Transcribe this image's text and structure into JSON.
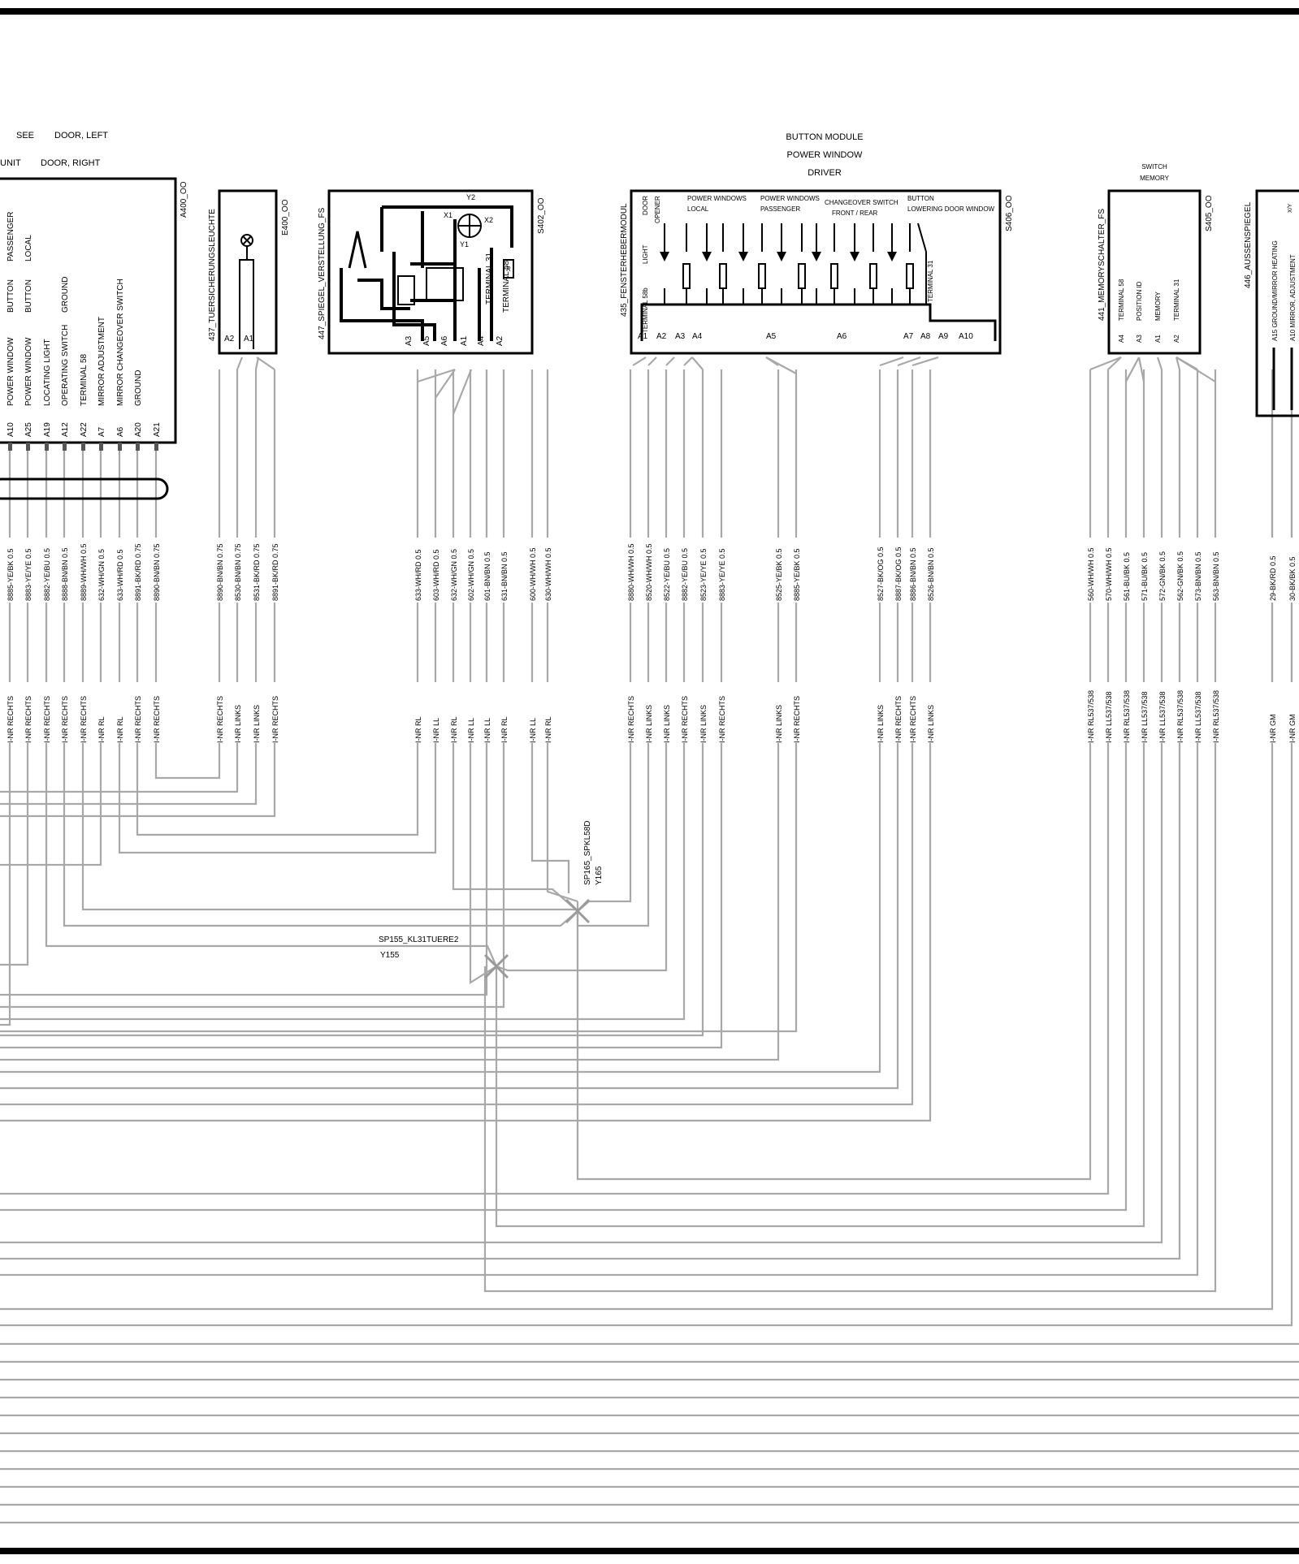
{
  "header": {
    "left_labels": [
      "SEE",
      "DOOR, LEFT",
      "UNIT",
      "DOOR, RIGHT"
    ],
    "bm_title": [
      "BUTTON MODULE",
      "POWER WINDOW",
      "DRIVER"
    ]
  },
  "components": {
    "a400": {
      "ref": "A400_OO",
      "col_labels": [
        "POWER WINDOW",
        "POWER WINDOW",
        "LOCATING LIGHT",
        "OPERATING SWITCH",
        "TERMINAL 58",
        "MIRROR ADJUSTMENT",
        "MIRROR CHANGEOVER SWITCH",
        "GROUND"
      ],
      "col_labels2": [
        "BUTTON",
        "BUTTON",
        "",
        "GROUND"
      ],
      "col_labels3": [
        "PASSENGER",
        "LOCAL"
      ],
      "pins": [
        "A10",
        "A25",
        "A19",
        "A12",
        "A22",
        "A7",
        "A6",
        "A20",
        "A21"
      ]
    },
    "e400": {
      "ref": "E400_OO",
      "name": "437_TUERSICHERUNGSLEUCHTE",
      "pins": [
        "A2",
        "A1"
      ]
    },
    "s402": {
      "ref": "S402_OO",
      "name": "447_SPIEGEL_VERSTELLUNG_FS",
      "inner": [
        "Y2",
        "X1",
        "X2",
        "Y1",
        "TERMINAL 31",
        "TERMINAL 58",
        "R"
      ],
      "pins": [
        "A3",
        "A5",
        "A6",
        "A1",
        "A4",
        "A2"
      ]
    },
    "s406": {
      "ref": "S406_OO",
      "name": "435_FENSTERHEBERMODUL",
      "side": [
        "TERMINAL 58b",
        "LIGHT"
      ],
      "side2": [
        "DOOR",
        "OPENER"
      ],
      "groups": [
        "POWER WINDOWS",
        "LOCAL",
        "POWER WINDOWS",
        "PASSENGER",
        "CHANGEOVER SWITCH",
        "FRONT  /  REAR",
        "BUTTON",
        "LOWERING DOOR WINDOW"
      ],
      "terminal": "TERMINAL 31",
      "pins": [
        "A1",
        "A2",
        "A3",
        "A4",
        "A5",
        "A6",
        "A7",
        "A8",
        "A9",
        "A10"
      ]
    },
    "s405": {
      "ref": "S405_OO",
      "name": "441_MEMORYSCHALTER_FS",
      "title": [
        "SWITCH",
        "MEMORY"
      ],
      "col_labels": [
        "TERMINAL 58",
        "POSITION ID",
        "MEMORY",
        "TERMINAL 31"
      ],
      "pins": [
        "A4",
        "A3",
        "A1",
        "A2"
      ]
    },
    "mirror": {
      "name": "446_AUSSENSPIEGEL",
      "xy": "X/Y",
      "col_labels": [
        "A15  GROUND/MIRROR HEATING",
        "A10  MIRROR, ADJUSTMENT"
      ]
    }
  },
  "splices": [
    {
      "name": "SP165_SPKL58D",
      "sub": "Y165"
    },
    {
      "name": "SP155_KL31TUERE2",
      "sub": "Y155"
    }
  ],
  "wires": [
    {
      "code": "8885-YE/BK 0.5",
      "harness": "I-NR RECHTS"
    },
    {
      "code": "8883-YE/YE 0.5",
      "harness": "I-NR RECHTS"
    },
    {
      "code": "8882-YE/BU 0.5",
      "harness": "I-NR RECHTS"
    },
    {
      "code": "8888-BN/BN 0.5",
      "harness": "I-NR RECHTS"
    },
    {
      "code": "8889-WH/WH 0.5",
      "harness": "I-NR RECHTS"
    },
    {
      "code": "632-WH/GN 0.5",
      "harness": "I-NR RL"
    },
    {
      "code": "633-WH/RD 0.5",
      "harness": "I-NR RL"
    },
    {
      "code": "8891-BK/RD 0.75",
      "harness": "I-NR RECHTS"
    },
    {
      "code": "8890-BN/BN 0.75",
      "harness": "I-NR RECHTS"
    },
    {
      "code": "8890-BN/BN 0.75",
      "harness": "I-NR RECHTS"
    },
    {
      "code": "8530-BN/BN 0.75",
      "harness": "I-NR LINKS"
    },
    {
      "code": "8531-BK/RD 0.75",
      "harness": "I-NR LINKS"
    },
    {
      "code": "8891-BK/RD 0.75",
      "harness": "I-NR RECHTS"
    },
    {
      "code": "633-WH/RD 0.5",
      "harness": "I-NR RL"
    },
    {
      "code": "603-WH/RD 0.5",
      "harness": "I-NR LL"
    },
    {
      "code": "632-WH/GN 0.5",
      "harness": "I-NR RL"
    },
    {
      "code": "602-WH/GN 0.5",
      "harness": "I-NR LL"
    },
    {
      "code": "601-BN/BN 0.5",
      "harness": "I-NR LL"
    },
    {
      "code": "631-BN/BN 0.5",
      "harness": "I-NR RL"
    },
    {
      "code": "600-WH/WH 0.5",
      "harness": "I-NR LL"
    },
    {
      "code": "630-WH/WH 0.5",
      "harness": "I-NR RL"
    },
    {
      "code": "8880-WH/WH 0.5",
      "harness": "I-NR RECHTS"
    },
    {
      "code": "8520-WH/WH 0.5",
      "harness": "I-NR LINKS"
    },
    {
      "code": "8522-YE/BU 0.5",
      "harness": "I-NR LINKS"
    },
    {
      "code": "8882-YE/BU 0.5",
      "harness": "I-NR RECHTS"
    },
    {
      "code": "8523-YE/YE 0.5",
      "harness": "I-NR LINKS"
    },
    {
      "code": "8883-YE/YE 0.5",
      "harness": "I-NR RECHTS"
    },
    {
      "code": "8525-YE/BK 0.5",
      "harness": "I-NR LINKS"
    },
    {
      "code": "8885-YE/BK 0.5",
      "harness": "I-NR RECHTS"
    },
    {
      "code": "8527-BK/OG 0.5",
      "harness": "I-NR LINKS"
    },
    {
      "code": "8887-BK/OG 0.5",
      "harness": "I-NR RECHTS"
    },
    {
      "code": "8886-BN/BN 0.5",
      "harness": "I-NR RECHTS"
    },
    {
      "code": "8526-BN/BN 0.5",
      "harness": "I-NR LINKS"
    },
    {
      "code": "560-WH/WH 0.5",
      "harness": "I-NR RL537/538"
    },
    {
      "code": "570-WH/WH 0.5",
      "harness": "I-NR LL537/538"
    },
    {
      "code": "561-BU/BK 0.5",
      "harness": "I-NR RL537/538"
    },
    {
      "code": "571-BU/BK 0.5",
      "harness": "I-NR LL537/538"
    },
    {
      "code": "572-GN/BK 0.5",
      "harness": "I-NR LL537/538"
    },
    {
      "code": "562-GN/BK 0.5",
      "harness": "I-NR RL537/538"
    },
    {
      "code": "573-BN/BN 0.5",
      "harness": "I-NR LL537/538"
    },
    {
      "code": "563-BN/BN 0.5",
      "harness": "I-NR RL537/538"
    },
    {
      "code": "29-BK/RD 0.5",
      "harness": "I-NR GM"
    },
    {
      "code": "30-BK/BK 0.5",
      "harness": "I-NR GM"
    }
  ]
}
